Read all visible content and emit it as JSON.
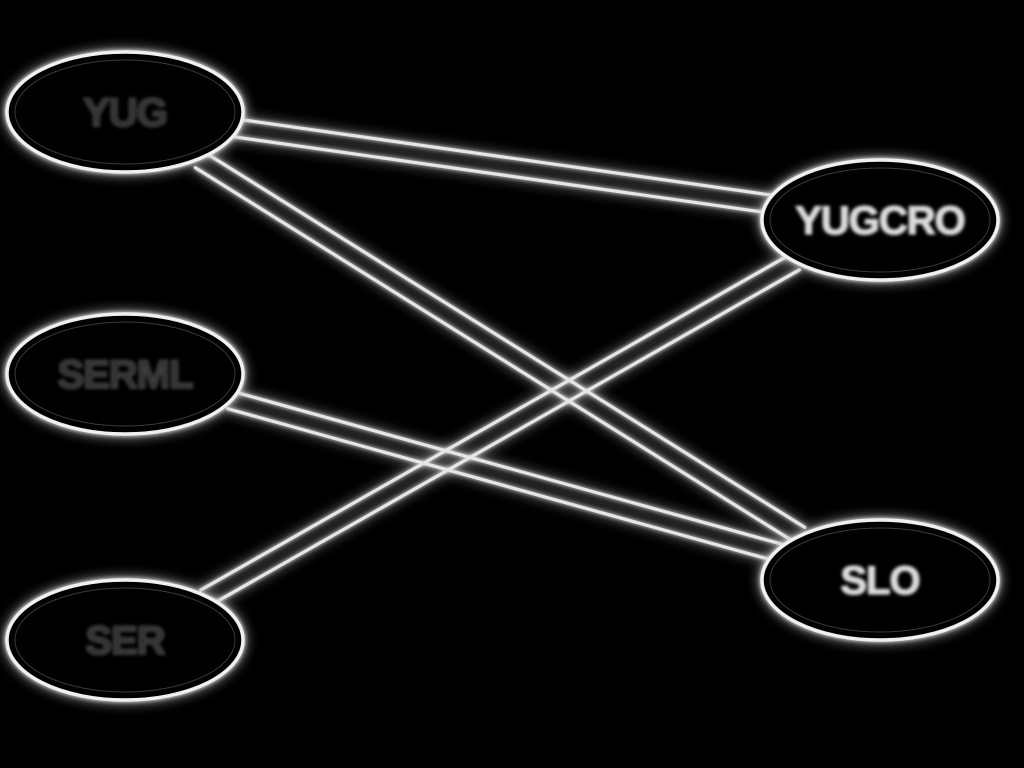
{
  "diagram": {
    "background": "#000000",
    "glow_color": "#ffffff",
    "nodes": [
      {
        "id": "yug",
        "label": "YUG",
        "tone": "dim"
      },
      {
        "id": "serml",
        "label": "SERML",
        "tone": "dim"
      },
      {
        "id": "ser",
        "label": "SER",
        "tone": "dim"
      },
      {
        "id": "yugcro",
        "label": "YUGCRO",
        "tone": "bright"
      },
      {
        "id": "slo",
        "label": "SLO",
        "tone": "bright"
      }
    ],
    "edges": [
      {
        "from": "yug",
        "to": "yugcro"
      },
      {
        "from": "yug",
        "to": "slo"
      },
      {
        "from": "serml",
        "to": "slo"
      },
      {
        "from": "ser",
        "to": "yugcro"
      }
    ]
  }
}
